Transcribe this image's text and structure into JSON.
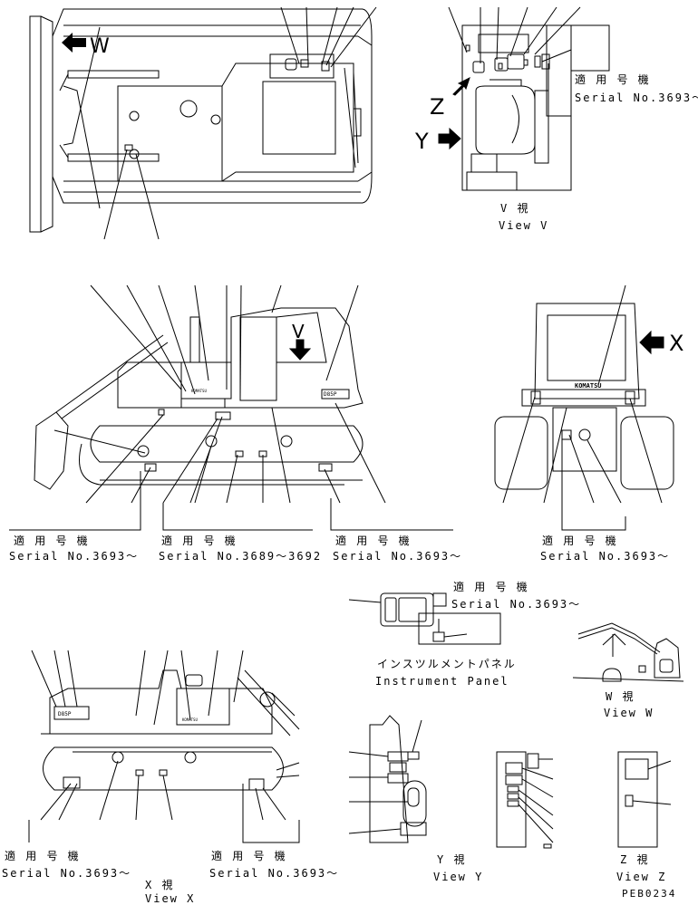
{
  "serial_labels": {
    "applicable": "適 用 号 機",
    "s3693": "Serial No.3693～",
    "s3689_3692": "Serial No.3689～3692"
  },
  "views": {
    "view_v_jp": "V 視",
    "view_v": "View V",
    "view_w_jp": "W 視",
    "view_w": "View W",
    "view_x_jp": "X 視",
    "view_x": "View X",
    "view_y_jp": "Y 視",
    "view_y": "View Y",
    "view_z_jp": "Z 視",
    "view_z": "View Z"
  },
  "instrument_panel": {
    "jp": "インスツルメントパネル",
    "en": "Instrument Panel"
  },
  "arrows": {
    "w": "W",
    "x": "X",
    "y": "Y",
    "z": "Z",
    "v": "V"
  },
  "decal_texts": {
    "brand": "KOMATSU",
    "model": "D85P"
  },
  "drawing_code": "PEB0234"
}
